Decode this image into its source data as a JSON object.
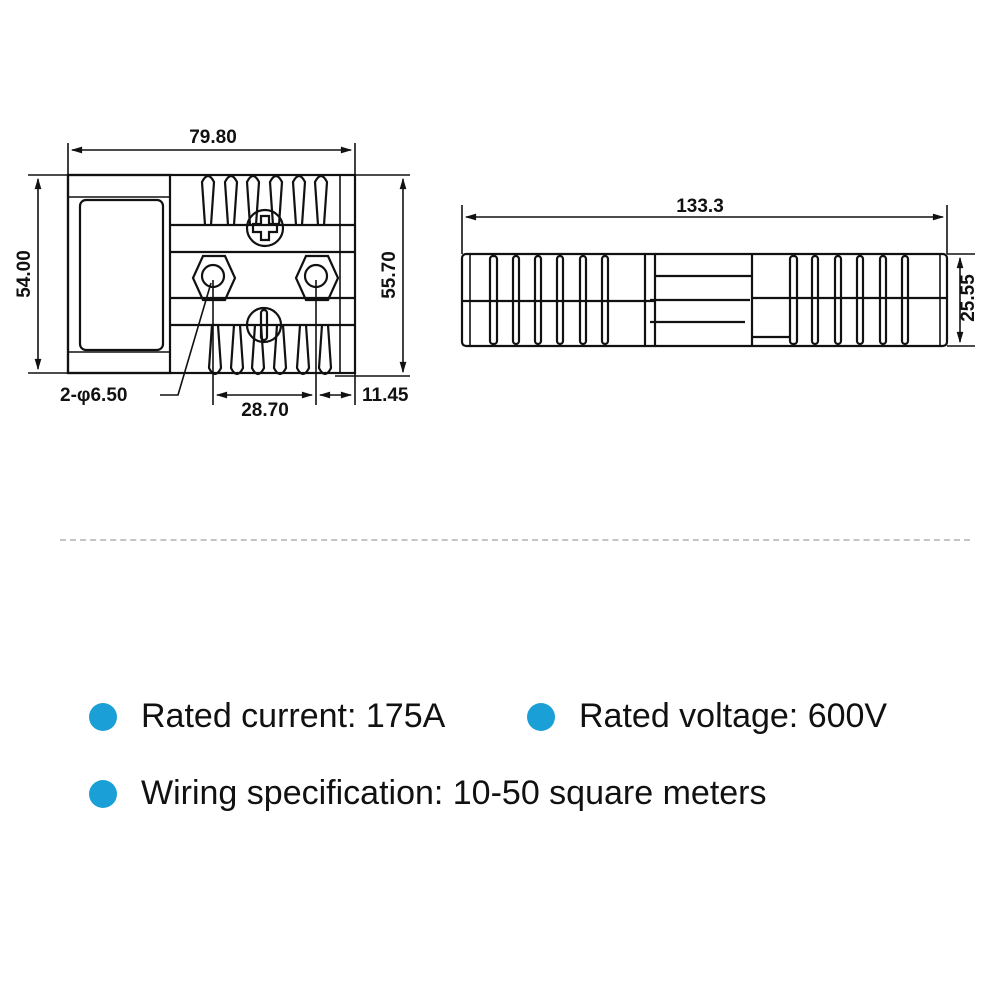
{
  "diagram": {
    "front_view": {
      "width_label": "79.80",
      "height_left_label": "54.00",
      "height_right_label": "55.70",
      "hole_label": "2-φ6.50",
      "hole_spacing_label": "28.70",
      "edge_offset_label": "11.45"
    },
    "side_view": {
      "length_label": "133.3",
      "height_label": "25.55"
    }
  },
  "specs": [
    {
      "text": "Rated current: 175A"
    },
    {
      "text": "Rated voltage: 600V"
    },
    {
      "text": "Wiring specification: 10-50 square meters"
    }
  ],
  "colors": {
    "bullet": "#1a9fd6",
    "line": "#111111",
    "separator": "#c4c4c4"
  }
}
